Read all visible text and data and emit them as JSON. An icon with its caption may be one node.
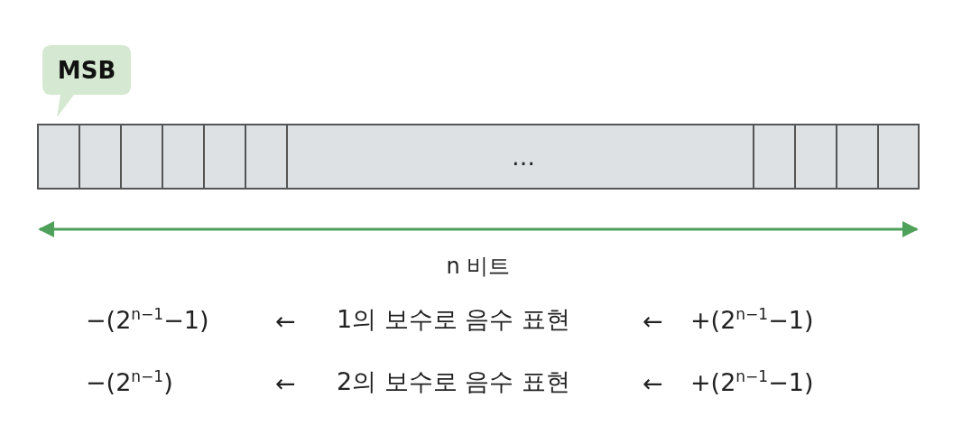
{
  "diagram": {
    "nodes": [
      {
        "text": [
          "MSB"
        ]
      }
    ],
    "labels": [
      "…",
      "n 비트",
      "−(2$^{n−1}$−1)",
      "←",
      "1의 보수로 음수 표현",
      "←",
      "+(2$^{n−1}$−1)",
      "−(2$^{n−1}$)",
      "←",
      "2의 보수로 음수 표현",
      "←",
      "+(2$^{n−1}$−1)"
    ]
  }
}
